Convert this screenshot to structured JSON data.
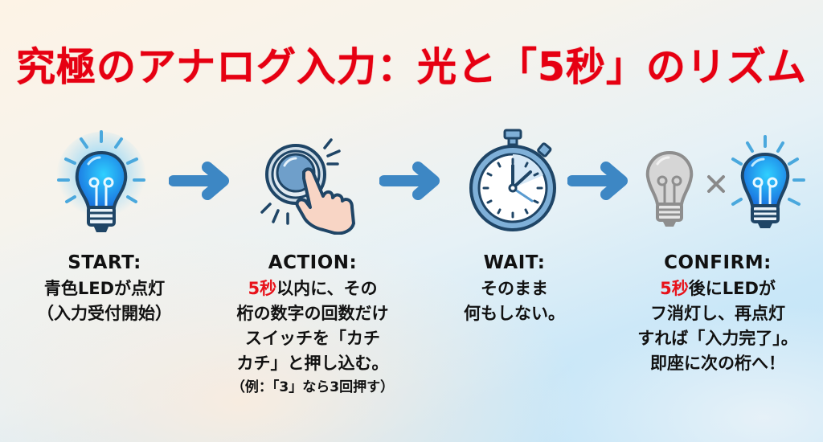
{
  "title": "究極のアナログ入力：光と「5秒」のリズム",
  "colors": {
    "title": "#e60012",
    "highlight": "#e8121a",
    "arrow": "#3d87c4",
    "bulb_on": "#2a8fe8",
    "bulb_off": "#c9c9c9",
    "outline": "#1f4566"
  },
  "icons": {
    "start": "lit-blue-lightbulb-icon",
    "action": "finger-pressing-button-icon",
    "wait": "stopwatch-icon",
    "confirm_off": "unlit-gray-lightbulb-icon",
    "confirm_sep": "x-mark-icon",
    "confirm_on": "lit-blue-lightbulb-icon",
    "arrow": "right-arrow-icon"
  },
  "steps": [
    {
      "heading": "START:",
      "lines": [
        "青色LEDが点灯",
        "（入力受付開始）"
      ]
    },
    {
      "heading": "ACTION:",
      "line1_red": "5秒",
      "line1_rest": "以内に、その",
      "lines": [
        "桁の数字の回数だけ",
        "スイッチを「カチ",
        "カチ」と押し込む。"
      ],
      "note": "（例：「3」なら3回押す）"
    },
    {
      "heading": "WAIT:",
      "lines": [
        "そのまま",
        "何もしない。"
      ]
    },
    {
      "heading": "CONFIRM:",
      "line1_red": "5秒",
      "line1_rest": "後にLEDが",
      "lines": [
        "フ消灯し、再点灯",
        "すれば「入力完了」。",
        "即座に次の桁へ！"
      ],
      "sep": "×"
    }
  ]
}
